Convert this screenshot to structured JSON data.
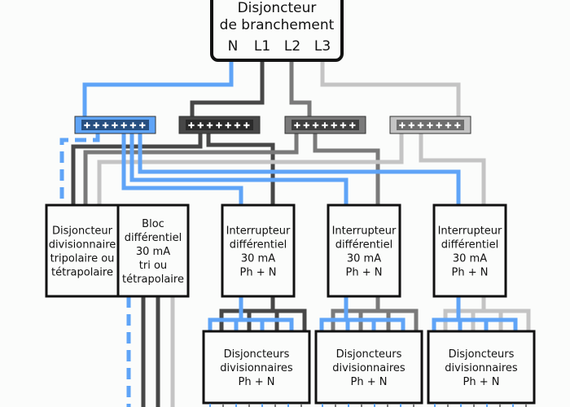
{
  "colors": {
    "neutral": "#5fa4f7",
    "phase1": "#474747",
    "phase2": "#7a7a7a",
    "phase3": "#c4c4c4",
    "box_border": "#111111",
    "box_fill": "#fbfcfb"
  },
  "main_breaker": {
    "title_line1": "Disjoncteur",
    "title_line2": "de branchement",
    "terminals": [
      "N",
      "L1",
      "L2",
      "L3"
    ]
  },
  "busbars": [
    {
      "name": "neutral-busbar",
      "conductor": "N"
    },
    {
      "name": "phase1-busbar",
      "conductor": "L1"
    },
    {
      "name": "phase2-busbar",
      "conductor": "L2"
    },
    {
      "name": "phase3-busbar",
      "conductor": "L3"
    }
  ],
  "devices": {
    "three_phase_breaker": [
      "Disjoncteur",
      "divisionnaire",
      "tripolaire ou",
      "tétrapolaire"
    ],
    "differential_block": [
      "Bloc",
      "différentiel",
      "30 mA",
      "tri ou",
      "tétrapolaire"
    ],
    "rcd_1": [
      "Interrupteur",
      "différentiel",
      "30 mA",
      "Ph + N"
    ],
    "rcd_2": [
      "Interrupteur",
      "différentiel",
      "30 mA",
      "Ph + N"
    ],
    "rcd_3": [
      "Interrupteur",
      "différentiel",
      "30 mA",
      "Ph + N"
    ],
    "branch_breakers_1": [
      "Disjoncteurs",
      "divisionnaires",
      "Ph + N"
    ],
    "branch_breakers_2": [
      "Disjoncteurs",
      "divisionnaires",
      "Ph + N"
    ],
    "branch_breakers_3": [
      "Disjoncteurs",
      "divisionnaires",
      "Ph + N"
    ]
  }
}
